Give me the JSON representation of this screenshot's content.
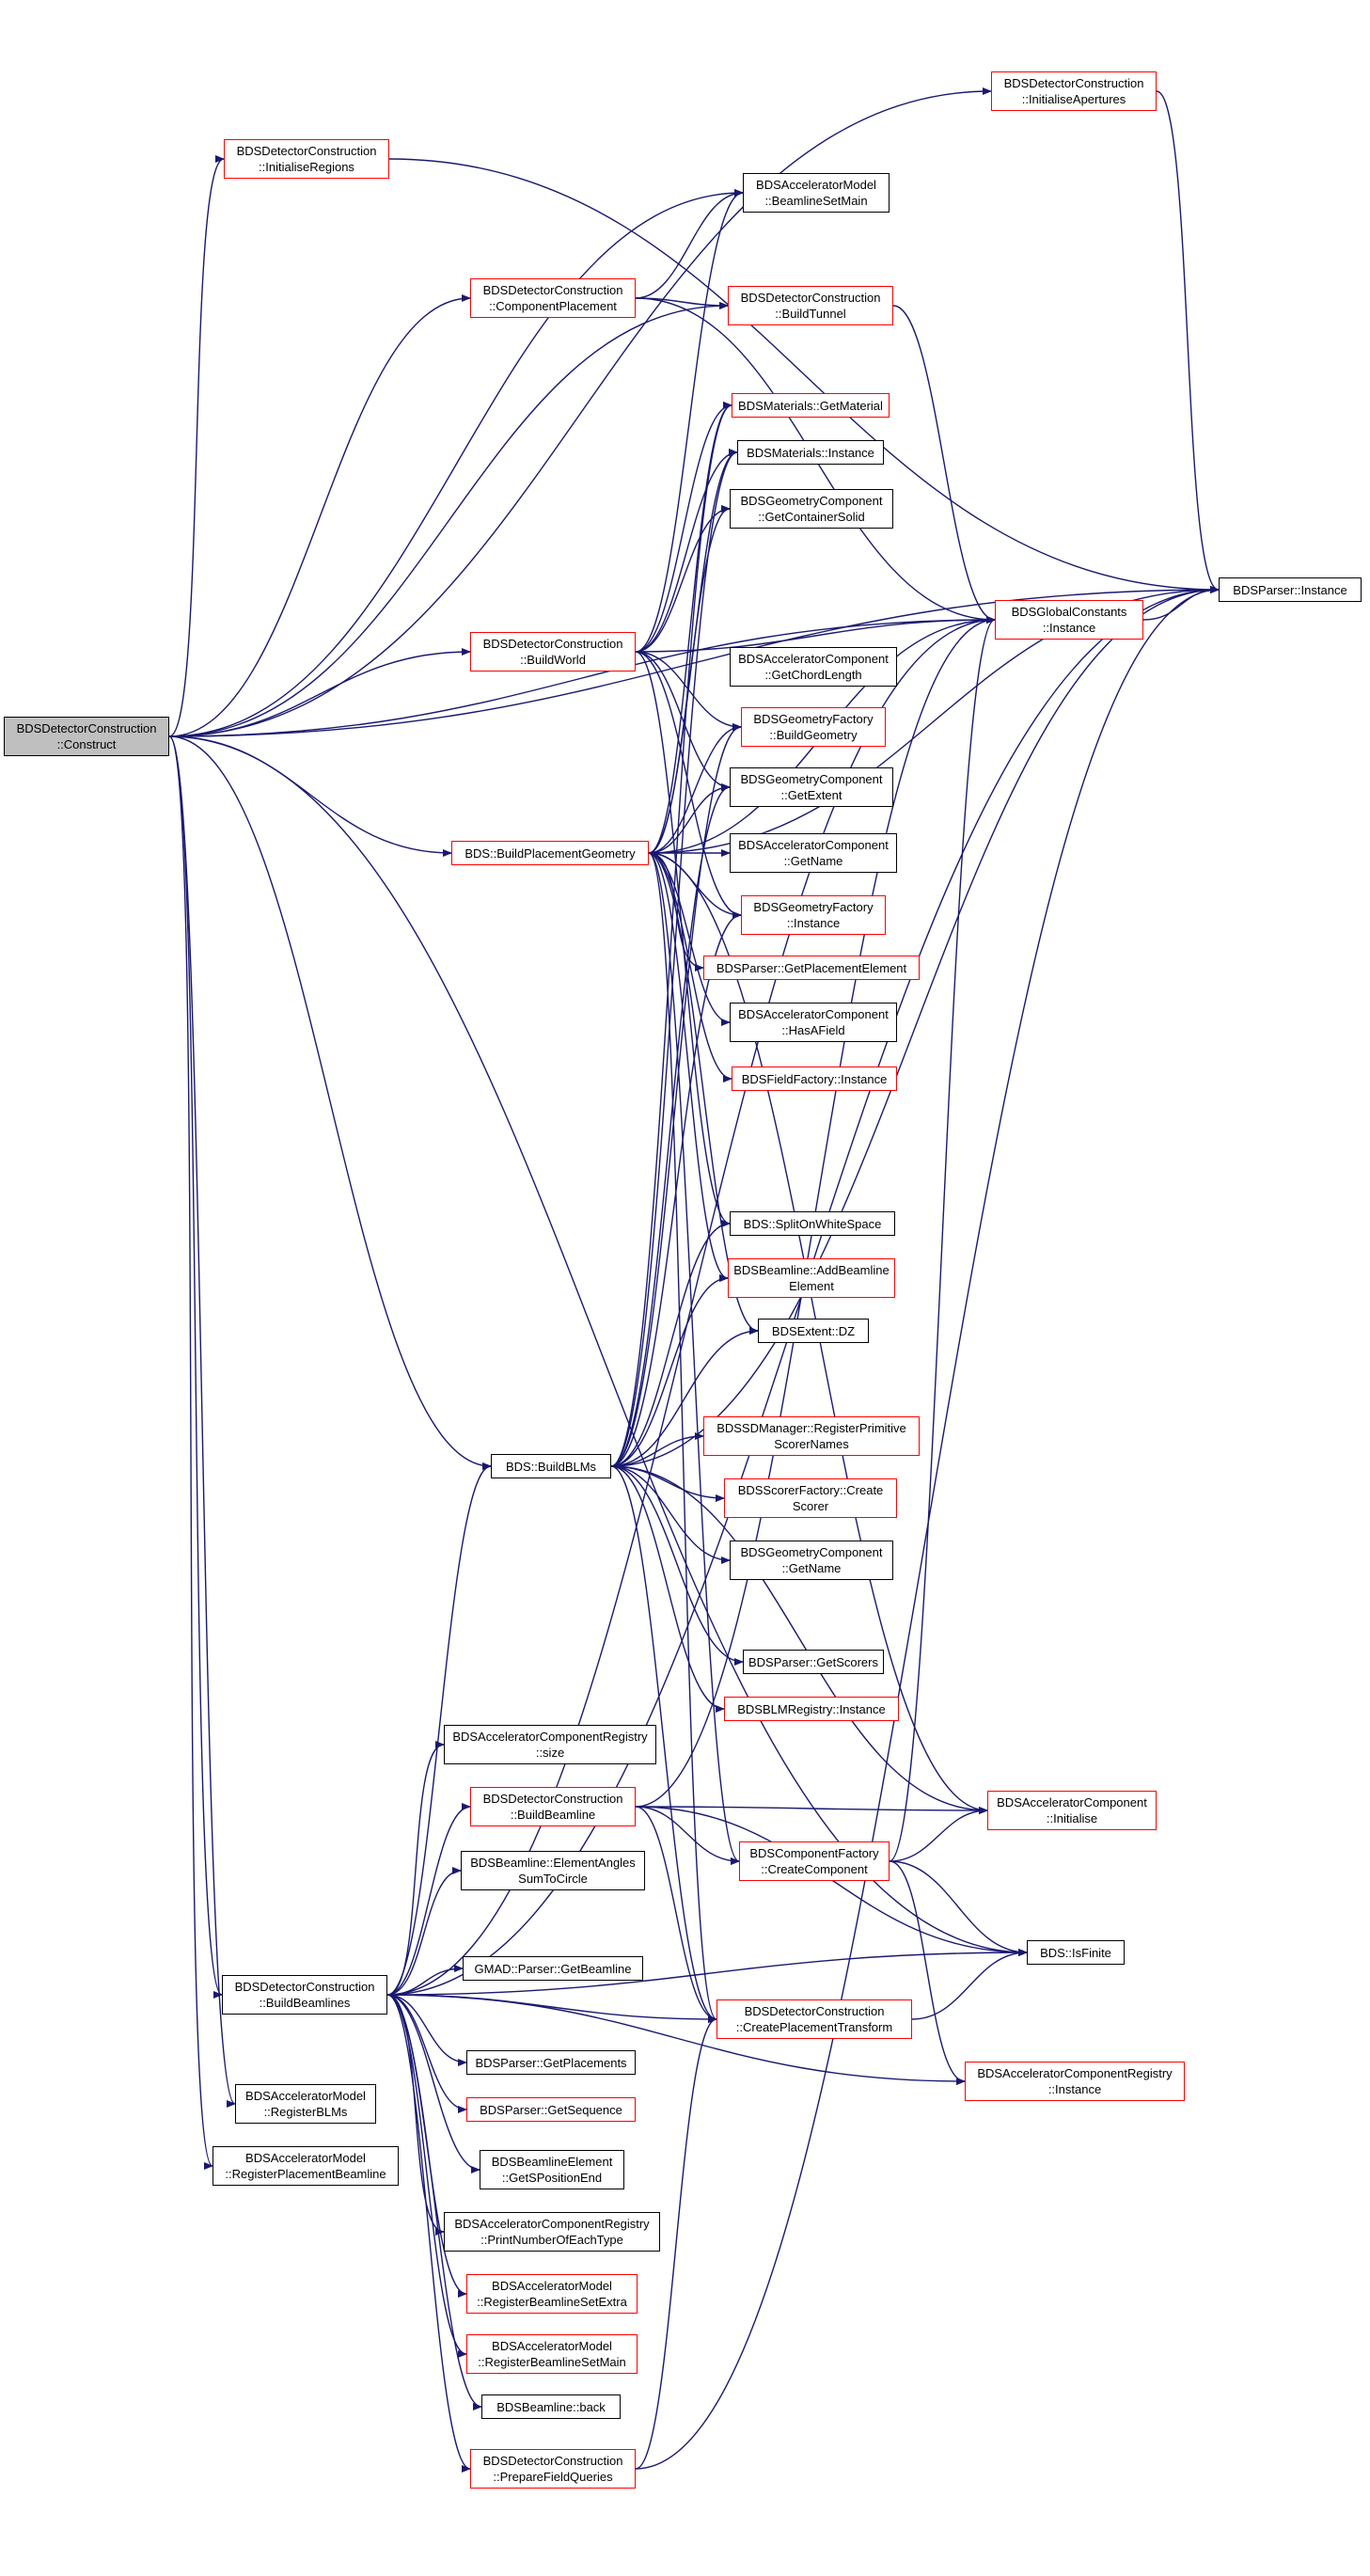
{
  "colors": {
    "edge": "#191970",
    "node_border": "#000000",
    "incomplete_border": "#ff0000",
    "root_fill": "#bfbfbf"
  },
  "nodes": [
    {
      "id": "construct",
      "lines": [
        "BDSDetectorConstruction",
        "::Construct"
      ],
      "style": "root"
    },
    {
      "id": "initRegions",
      "lines": [
        "BDSDetectorConstruction",
        "::InitialiseRegions"
      ],
      "style": "red"
    },
    {
      "id": "initApertures",
      "lines": [
        "BDSDetectorConstruction",
        "::InitialiseApertures"
      ],
      "style": "red"
    },
    {
      "id": "beamlineSetMain",
      "lines": [
        "BDSAcceleratorModel",
        "::BeamlineSetMain"
      ],
      "style": "black"
    },
    {
      "id": "compPlacement",
      "lines": [
        "BDSDetectorConstruction",
        "::ComponentPlacement"
      ],
      "style": "red"
    },
    {
      "id": "buildTunnel",
      "lines": [
        "BDSDetectorConstruction",
        "::BuildTunnel"
      ],
      "style": "red"
    },
    {
      "id": "getMaterial",
      "lines": [
        "BDSMaterials::GetMaterial"
      ],
      "style": "red"
    },
    {
      "id": "materialsInstance",
      "lines": [
        "BDSMaterials::Instance"
      ],
      "style": "black"
    },
    {
      "id": "getContainerSolid",
      "lines": [
        "BDSGeometryComponent",
        "::GetContainerSolid"
      ],
      "style": "black"
    },
    {
      "id": "parserInstance",
      "lines": [
        "BDSParser::Instance"
      ],
      "style": "black"
    },
    {
      "id": "globalConstants",
      "lines": [
        "BDSGlobalConstants",
        "::Instance"
      ],
      "style": "red"
    },
    {
      "id": "buildWorld",
      "lines": [
        "BDSDetectorConstruction",
        "::BuildWorld"
      ],
      "style": "red"
    },
    {
      "id": "getChordLength",
      "lines": [
        "BDSAcceleratorComponent",
        "::GetChordLength"
      ],
      "style": "black"
    },
    {
      "id": "buildGeometry",
      "lines": [
        "BDSGeometryFactory",
        "::BuildGeometry"
      ],
      "style": "red"
    },
    {
      "id": "getExtent",
      "lines": [
        "BDSGeometryComponent",
        "::GetExtent"
      ],
      "style": "black"
    },
    {
      "id": "buildPlacementGeometry",
      "lines": [
        "BDS::BuildPlacementGeometry"
      ],
      "style": "red"
    },
    {
      "id": "getNameAcc",
      "lines": [
        "BDSAcceleratorComponent",
        "::GetName"
      ],
      "style": "black"
    },
    {
      "id": "geometryFactoryInstance",
      "lines": [
        "BDSGeometryFactory",
        "::Instance"
      ],
      "style": "red"
    },
    {
      "id": "getPlacementElement",
      "lines": [
        "BDSParser::GetPlacementElement"
      ],
      "style": "red"
    },
    {
      "id": "hasAField",
      "lines": [
        "BDSAcceleratorComponent",
        "::HasAField"
      ],
      "style": "black"
    },
    {
      "id": "fieldFactoryInstance",
      "lines": [
        "BDSFieldFactory::Instance"
      ],
      "style": "red"
    },
    {
      "id": "splitOnWhiteSpace",
      "lines": [
        "BDS::SplitOnWhiteSpace"
      ],
      "style": "black"
    },
    {
      "id": "addBeamlineElement",
      "lines": [
        "BDSBeamline::AddBeamline",
        "Element"
      ],
      "style": "red"
    },
    {
      "id": "extentDZ",
      "lines": [
        "BDSExtent::DZ"
      ],
      "style": "black"
    },
    {
      "id": "buildBLMs",
      "lines": [
        "BDS::BuildBLMs"
      ],
      "style": "black"
    },
    {
      "id": "registerPrimitive",
      "lines": [
        "BDSSDManager::RegisterPrimitive",
        "ScorerNames"
      ],
      "style": "red"
    },
    {
      "id": "createScorer",
      "lines": [
        "BDSScorerFactory::Create",
        "Scorer"
      ],
      "style": "red"
    },
    {
      "id": "getNameGeom",
      "lines": [
        "BDSGeometryComponent",
        "::GetName"
      ],
      "style": "black"
    },
    {
      "id": "getScorers",
      "lines": [
        "BDSParser::GetScorers"
      ],
      "style": "black"
    },
    {
      "id": "blmRegistry",
      "lines": [
        "BDSBLMRegistry::Instance"
      ],
      "style": "red"
    },
    {
      "id": "registrySize",
      "lines": [
        "BDSAcceleratorComponentRegistry",
        "::size"
      ],
      "style": "black"
    },
    {
      "id": "buildBeamline",
      "lines": [
        "BDSDetectorConstruction",
        "::BuildBeamline"
      ],
      "style": "red"
    },
    {
      "id": "accInitialise",
      "lines": [
        "BDSAcceleratorComponent",
        "::Initialise"
      ],
      "style": "red"
    },
    {
      "id": "elementAngles",
      "lines": [
        "BDSBeamline::ElementAngles",
        "SumToCircle"
      ],
      "style": "black"
    },
    {
      "id": "createComponent",
      "lines": [
        "BDSComponentFactory",
        "::CreateComponent"
      ],
      "style": "red"
    },
    {
      "id": "isFinite",
      "lines": [
        "BDS::IsFinite"
      ],
      "style": "black"
    },
    {
      "id": "getBeamline",
      "lines": [
        "GMAD::Parser::GetBeamline"
      ],
      "style": "black"
    },
    {
      "id": "buildBeamlines",
      "lines": [
        "BDSDetectorConstruction",
        "::BuildBeamlines"
      ],
      "style": "black"
    },
    {
      "id": "createPlacementTransform",
      "lines": [
        "BDSDetectorConstruction",
        "::CreatePlacementTransform"
      ],
      "style": "red"
    },
    {
      "id": "getPlacements",
      "lines": [
        "BDSParser::GetPlacements"
      ],
      "style": "black"
    },
    {
      "id": "registryInstance",
      "lines": [
        "BDSAcceleratorComponentRegistry",
        "::Instance"
      ],
      "style": "red"
    },
    {
      "id": "registerBLMs",
      "lines": [
        "BDSAcceleratorModel",
        "::RegisterBLMs"
      ],
      "style": "black"
    },
    {
      "id": "getSequence",
      "lines": [
        "BDSParser::GetSequence"
      ],
      "style": "red"
    },
    {
      "id": "registerPlacementBeamline",
      "lines": [
        "BDSAcceleratorModel",
        "::RegisterPlacementBeamline"
      ],
      "style": "black"
    },
    {
      "id": "getSPositionEnd",
      "lines": [
        "BDSBeamlineElement",
        "::GetSPositionEnd"
      ],
      "style": "black"
    },
    {
      "id": "printNumberOfEachType",
      "lines": [
        "BDSAcceleratorComponentRegistry",
        "::PrintNumberOfEachType"
      ],
      "style": "black"
    },
    {
      "id": "registerBeamlineSetExtra",
      "lines": [
        "BDSAcceleratorModel",
        "::RegisterBeamlineSetExtra"
      ],
      "style": "red"
    },
    {
      "id": "registerBeamlineSetMain",
      "lines": [
        "BDSAcceleratorModel",
        "::RegisterBeamlineSetMain"
      ],
      "style": "red"
    },
    {
      "id": "beamlineBack",
      "lines": [
        "BDSBeamline::back"
      ],
      "style": "black"
    },
    {
      "id": "prepareFieldQueries",
      "lines": [
        "BDSDetectorConstruction",
        "::PrepareFieldQueries"
      ],
      "style": "red"
    }
  ],
  "edges": [
    [
      "construct",
      "initRegions"
    ],
    [
      "construct",
      "initApertures"
    ],
    [
      "construct",
      "parserInstance"
    ],
    [
      "construct",
      "beamlineSetMain"
    ],
    [
      "construct",
      "compPlacement"
    ],
    [
      "construct",
      "buildTunnel"
    ],
    [
      "construct",
      "buildWorld"
    ],
    [
      "construct",
      "buildPlacementGeometry"
    ],
    [
      "construct",
      "globalConstants"
    ],
    [
      "construct",
      "buildBLMs"
    ],
    [
      "construct",
      "buildBeamlines"
    ],
    [
      "construct",
      "registerBLMs"
    ],
    [
      "construct",
      "registerPlacementBeamline"
    ],
    [
      "construct",
      "isFinite"
    ],
    [
      "initRegions",
      "parserInstance"
    ],
    [
      "initApertures",
      "parserInstance"
    ],
    [
      "compPlacement",
      "beamlineSetMain"
    ],
    [
      "compPlacement",
      "buildTunnel"
    ],
    [
      "compPlacement",
      "globalConstants"
    ],
    [
      "buildTunnel",
      "globalConstants"
    ],
    [
      "globalConstants",
      "parserInstance"
    ],
    [
      "buildWorld",
      "beamlineSetMain"
    ],
    [
      "buildWorld",
      "getMaterial"
    ],
    [
      "buildWorld",
      "materialsInstance"
    ],
    [
      "buildWorld",
      "getContainerSolid"
    ],
    [
      "buildWorld",
      "globalConstants"
    ],
    [
      "buildWorld",
      "buildGeometry"
    ],
    [
      "buildWorld",
      "getExtent"
    ],
    [
      "buildWorld",
      "geometryFactoryInstance"
    ],
    [
      "buildWorld",
      "splitOnWhiteSpace"
    ],
    [
      "buildPlacementGeometry",
      "getMaterial"
    ],
    [
      "buildPlacementGeometry",
      "materialsInstance"
    ],
    [
      "buildPlacementGeometry",
      "getContainerSolid"
    ],
    [
      "buildPlacementGeometry",
      "parserInstance"
    ],
    [
      "buildPlacementGeometry",
      "globalConstants"
    ],
    [
      "buildPlacementGeometry",
      "buildGeometry"
    ],
    [
      "buildPlacementGeometry",
      "getExtent"
    ],
    [
      "buildPlacementGeometry",
      "getNameAcc"
    ],
    [
      "buildPlacementGeometry",
      "geometryFactoryInstance"
    ],
    [
      "buildPlacementGeometry",
      "getPlacementElement"
    ],
    [
      "buildPlacementGeometry",
      "hasAField"
    ],
    [
      "buildPlacementGeometry",
      "fieldFactoryInstance"
    ],
    [
      "buildPlacementGeometry",
      "addBeamlineElement"
    ],
    [
      "buildPlacementGeometry",
      "extentDZ"
    ],
    [
      "buildPlacementGeometry",
      "accInitialise"
    ],
    [
      "buildPlacementGeometry",
      "createComponent"
    ],
    [
      "buildPlacementGeometry",
      "createPlacementTransform"
    ],
    [
      "buildBLMs",
      "getMaterial"
    ],
    [
      "buildBLMs",
      "materialsInstance"
    ],
    [
      "buildBLMs",
      "buildGeometry"
    ],
    [
      "buildBLMs",
      "getExtent"
    ],
    [
      "buildBLMs",
      "geometryFactoryInstance"
    ],
    [
      "buildBLMs",
      "splitOnWhiteSpace"
    ],
    [
      "buildBLMs",
      "addBeamlineElement"
    ],
    [
      "buildBLMs",
      "extentDZ"
    ],
    [
      "buildBLMs",
      "registerPrimitive"
    ],
    [
      "buildBLMs",
      "createScorer"
    ],
    [
      "buildBLMs",
      "getNameGeom"
    ],
    [
      "buildBLMs",
      "getScorers"
    ],
    [
      "buildBLMs",
      "blmRegistry"
    ],
    [
      "buildBLMs",
      "parserInstance"
    ],
    [
      "buildBLMs",
      "accInitialise"
    ],
    [
      "buildBLMs",
      "createPlacementTransform"
    ],
    [
      "buildBeamlines",
      "registrySize"
    ],
    [
      "buildBeamlines",
      "buildBeamline"
    ],
    [
      "buildBeamlines",
      "elementAngles"
    ],
    [
      "buildBeamlines",
      "getBeamline"
    ],
    [
      "buildBeamlines",
      "createPlacementTransform"
    ],
    [
      "buildBeamlines",
      "getPlacements"
    ],
    [
      "buildBeamlines",
      "getSequence"
    ],
    [
      "buildBeamlines",
      "registryInstance"
    ],
    [
      "buildBeamlines",
      "getSPositionEnd"
    ],
    [
      "buildBeamlines",
      "printNumberOfEachType"
    ],
    [
      "buildBeamlines",
      "registerBeamlineSetExtra"
    ],
    [
      "buildBeamlines",
      "registerBeamlineSetMain"
    ],
    [
      "buildBeamlines",
      "beamlineBack"
    ],
    [
      "buildBeamlines",
      "prepareFieldQueries"
    ],
    [
      "buildBeamlines",
      "globalConstants"
    ],
    [
      "buildBeamlines",
      "isFinite"
    ],
    [
      "buildBeamlines",
      "parserInstance"
    ],
    [
      "buildBeamlines",
      "buildBLMs"
    ],
    [
      "buildBeamline",
      "globalConstants"
    ],
    [
      "buildBeamline",
      "createComponent"
    ],
    [
      "buildBeamline",
      "accInitialise"
    ],
    [
      "buildBeamline",
      "isFinite"
    ],
    [
      "buildBeamline",
      "createPlacementTransform"
    ],
    [
      "createComponent",
      "globalConstants"
    ],
    [
      "createComponent",
      "accInitialise"
    ],
    [
      "createComponent",
      "isFinite"
    ],
    [
      "createComponent",
      "registryInstance"
    ],
    [
      "createPlacementTransform",
      "isFinite"
    ],
    [
      "prepareFieldQueries",
      "createPlacementTransform"
    ],
    [
      "prepareFieldQueries",
      "parserInstance"
    ]
  ]
}
